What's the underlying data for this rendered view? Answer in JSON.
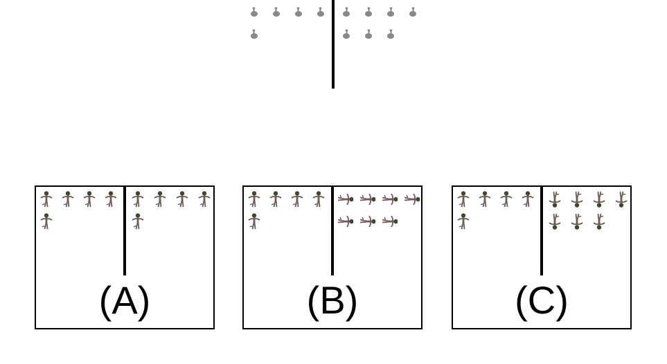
{
  "question": {
    "left_group": {
      "count": 5,
      "figure": "gray-tadpole-right",
      "color": "#888888"
    },
    "right_group": {
      "count": 7,
      "figure": "gray-tadpole-left",
      "color": "#888888"
    }
  },
  "options": [
    {
      "label": "(A)",
      "left_group": {
        "count": 5,
        "figure": "dancer-upright"
      },
      "right_group": {
        "count": 5,
        "figure": "dancer-upright"
      }
    },
    {
      "label": "(B)",
      "left_group": {
        "count": 5,
        "figure": "dancer-upright"
      },
      "right_group": {
        "count": 7,
        "figure": "dancer-sideways"
      }
    },
    {
      "label": "(C)",
      "left_group": {
        "count": 5,
        "figure": "dancer-upright"
      },
      "right_group": {
        "count": 7,
        "figure": "dancer-inverted"
      }
    }
  ],
  "colors": {
    "figure_body": "#6f5a55",
    "figure_head": "#3b4a2e",
    "line": "#000000"
  }
}
